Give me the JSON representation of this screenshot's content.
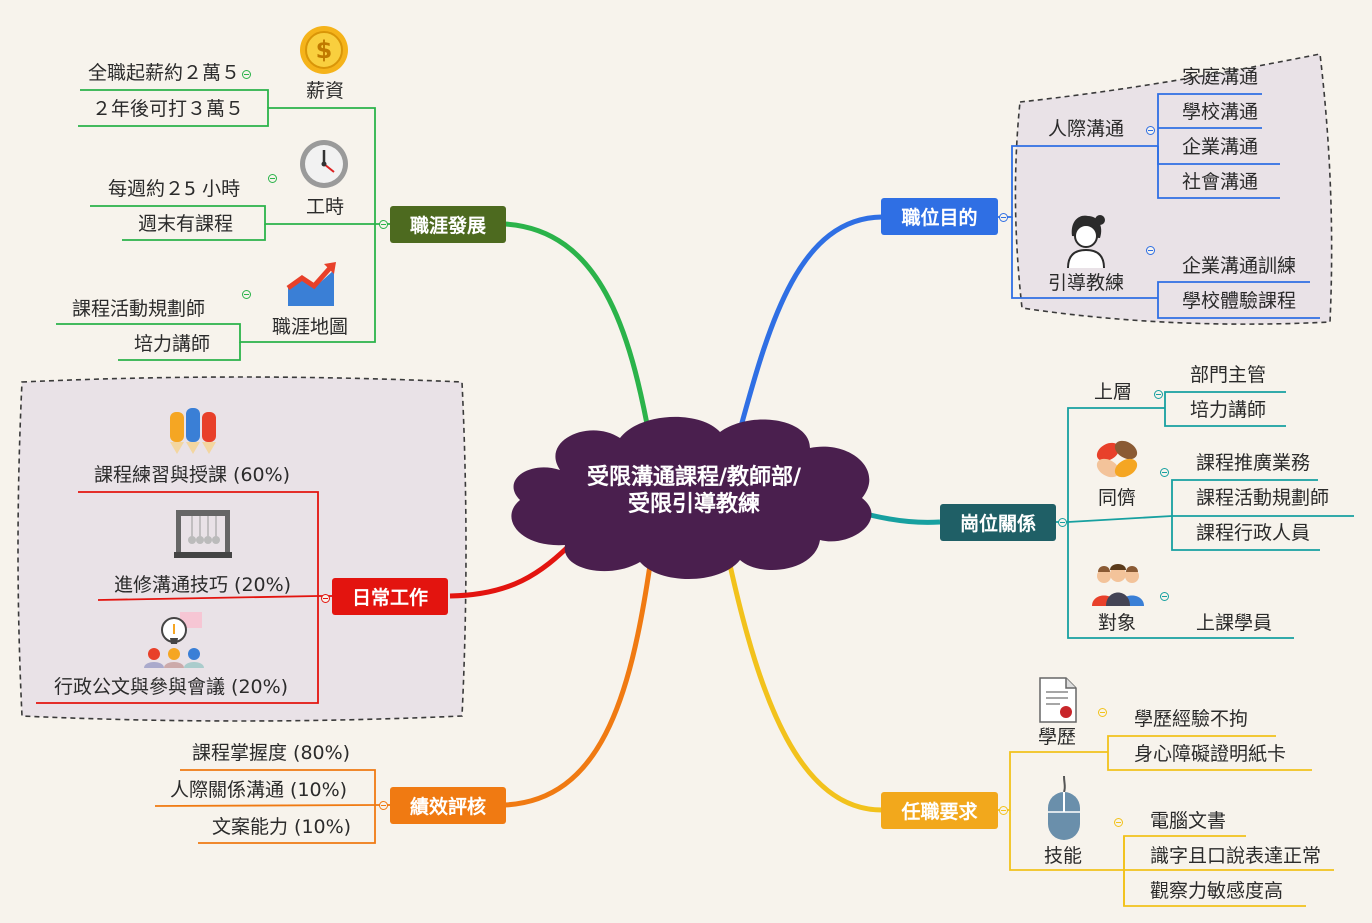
{
  "center": {
    "line1": "受限溝通課程/教師部/",
    "line2": "受限引導教練"
  },
  "branches": {
    "career": "職涯發展",
    "purpose": "職位目的",
    "daily": "日常工作",
    "relation": "崗位關係",
    "performance": "績效評核",
    "requirements": "任職要求"
  },
  "career": {
    "salary": {
      "label": "薪資",
      "items": [
        "全職起薪約２萬５",
        "２年後可打３萬５"
      ]
    },
    "hours": {
      "label": "工時",
      "items": [
        "每週約２5 小時",
        "週末有課程"
      ]
    },
    "map": {
      "label": "職涯地圖",
      "items": [
        "課程活動規劃師",
        "培力講師"
      ]
    }
  },
  "purpose": {
    "communication": {
      "label": "人際溝通",
      "items": [
        "家庭溝通",
        "學校溝通",
        "企業溝通",
        "社會溝通"
      ]
    },
    "coach": {
      "label": "引導教練",
      "items": [
        "企業溝通訓練",
        "學校體驗課程"
      ]
    }
  },
  "daily": {
    "items": [
      "課程練習與授課 (60%)",
      "進修溝通技巧 (20%)",
      "行政公文與參與會議 (20%)"
    ]
  },
  "relation": {
    "upper": {
      "label": "上層",
      "items": [
        "部門主管",
        "培力講師"
      ]
    },
    "peers": {
      "label": "同儕",
      "items": [
        "課程推廣業務",
        "課程活動規劃師",
        "課程行政人員"
      ]
    },
    "target": {
      "label": "對象",
      "items": [
        "上課學員"
      ]
    }
  },
  "performance": {
    "items": [
      "課程掌握度 (80%)",
      "人際關係溝通 (10%)",
      "文案能力 (10%)"
    ]
  },
  "requirements": {
    "education": {
      "label": "學歷",
      "items": [
        "學歷經驗不拘",
        "身心障礙證明紙卡"
      ]
    },
    "skills": {
      "label": "技能",
      "items": [
        "電腦文書",
        "識字且口說表達正常",
        "觀察力敏感度高"
      ]
    }
  },
  "colors": {
    "career": "#4d6a1f",
    "career_line": "#2bb34a",
    "purpose": "#2f6fe4",
    "daily": "#e3140f",
    "relation": "#1f5f66",
    "relation_line": "#17a0a0",
    "performance": "#f07a12",
    "requirements": "#f2a81c",
    "center": "#4a1f4e"
  }
}
